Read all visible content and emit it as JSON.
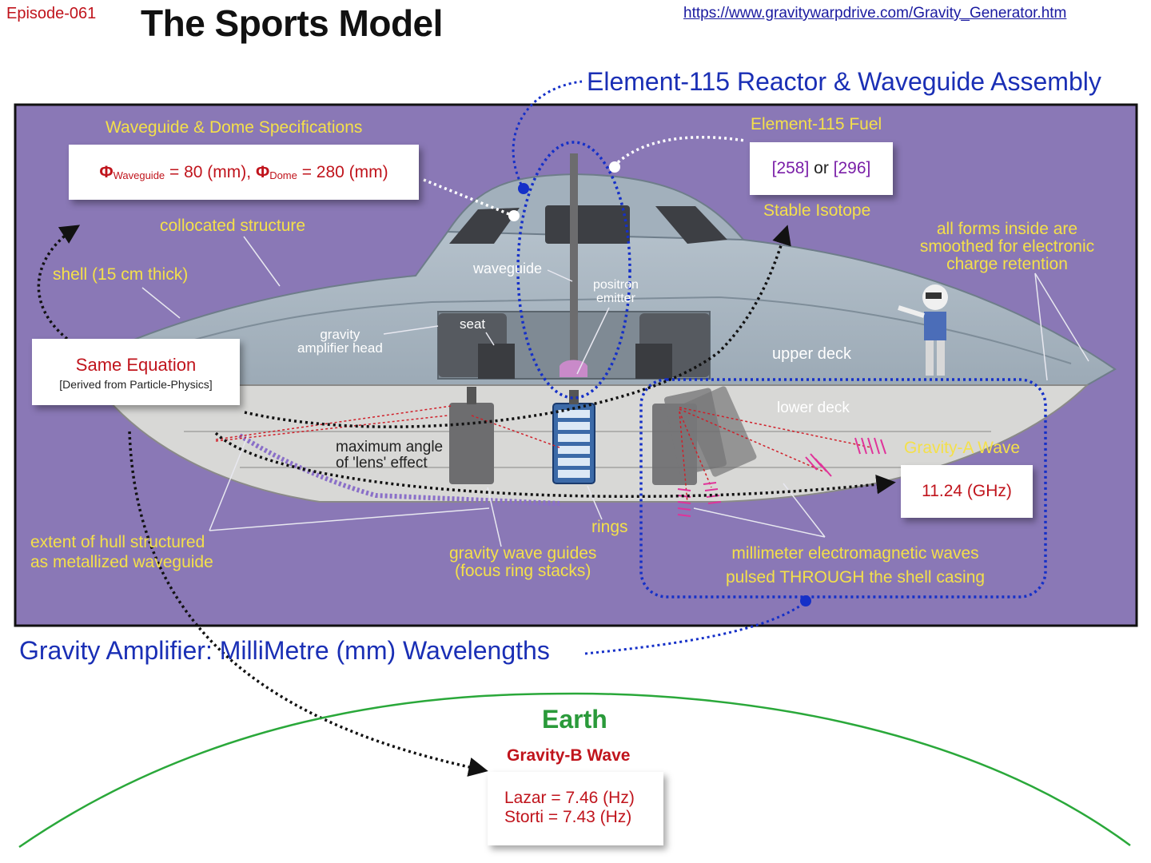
{
  "header": {
    "episode": "Episode-061",
    "title": "The Sports Model",
    "url": "https://www.gravitywarpdrive.com/Gravity_Generator.htm"
  },
  "reactor_title": "Element-115 Reactor & Waveguide Assembly",
  "mm_title": "Gravity Amplifier: MilliMetre (mm) Wavelengths",
  "specs": {
    "heading": "Waveguide & Dome Specifications",
    "phi": "Φ",
    "waveguide_sub": "Waveguide",
    "waveguide_value": " = 80 (mm), ",
    "dome_sub": "Dome",
    "dome_value": " = 280 (mm)"
  },
  "fuel": {
    "heading": "Element-115 Fuel",
    "iso1": "[258]",
    "or_text": " or ",
    "iso2": "[296]",
    "footer": "Stable Isotope"
  },
  "equation": {
    "title": "Same Equation",
    "subtitle": "[Derived from Particle-Physics]"
  },
  "gravity_a": {
    "heading": "Gravity-A Wave",
    "value": "11.24 (GHz)"
  },
  "gravity_b": {
    "heading": "Gravity-B Wave",
    "lazar": "Lazar = 7.46 (Hz)",
    "storti": "Storti = 7.43 (Hz)"
  },
  "earth": "Earth",
  "labels": {
    "collocated": "collocated structure",
    "shell": "shell (15 cm thick)",
    "smoothed_1": "all forms inside are",
    "smoothed_2": "smoothed for electronic",
    "smoothed_3": "charge retention",
    "waveguide": "waveguide",
    "positron_1": "positron",
    "positron_2": "emitter",
    "seat": "seat",
    "gravity_amp_1": "gravity",
    "gravity_amp_2": "amplifier head",
    "upper_deck": "upper deck",
    "lower_deck": "lower deck",
    "max_angle_1": "maximum angle",
    "max_angle_2": "of 'lens' effect",
    "rings": "rings",
    "hull_1": "extent of hull structured",
    "hull_2": "as metallized waveguide",
    "wave_guides_1": "gravity wave guides",
    "wave_guides_2": "(focus ring stacks)",
    "mm_waves_1": "millimeter electromagnetic waves",
    "mm_waves_2": "pulsed THROUGH the shell casing"
  },
  "colors": {
    "panel_bg": "#8a78b6",
    "hull_top": "#a9b7c3",
    "hull_bottom": "#d6d6d4",
    "dotted_blue": "#1530c8",
    "arrow_black": "#111111",
    "earth_green": "#2aa83a"
  }
}
